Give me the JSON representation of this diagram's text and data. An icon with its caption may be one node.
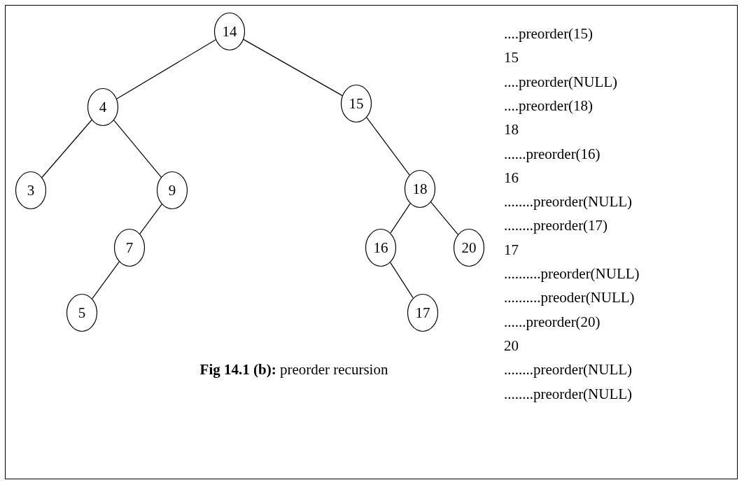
{
  "diagram": {
    "caption": "**Fig 14.1 (b):** preorder recursion",
    "nodes": [
      {
        "text": [
          "14"
        ]
      },
      {
        "text": [
          "4"
        ]
      },
      {
        "text": [
          "15"
        ]
      },
      {
        "text": [
          "3"
        ]
      },
      {
        "text": [
          "9"
        ]
      },
      {
        "text": [
          "18"
        ]
      },
      {
        "text": [
          "7"
        ]
      },
      {
        "text": [
          "16"
        ]
      },
      {
        "text": [
          "20"
        ]
      },
      {
        "text": [
          "5"
        ]
      },
      {
        "text": [
          "17"
        ]
      }
    ],
    "edges": [
      {
        "from": 0,
        "to": 1,
        "arrow": "none"
      },
      {
        "from": 0,
        "to": 2,
        "arrow": "none"
      },
      {
        "from": 1,
        "to": 3,
        "arrow": "none"
      },
      {
        "from": 1,
        "to": 4,
        "arrow": "none"
      },
      {
        "from": 4,
        "to": 6,
        "arrow": "none"
      },
      {
        "from": 6,
        "to": 9,
        "arrow": "none"
      },
      {
        "from": 2,
        "to": 5,
        "arrow": "none"
      },
      {
        "from": 5,
        "to": 7,
        "arrow": "none"
      },
      {
        "from": 5,
        "to": 8,
        "arrow": "none"
      },
      {
        "from": 7,
        "to": 10,
        "arrow": "none"
      }
    ],
    "labels": [
      "....preorder(15)",
      "15",
      "....preorder(NULL)",
      "....preorder(18)",
      "18",
      "......preorder(16)",
      "16",
      "........preorder(NULL)",
      "........preorder(17)",
      "17",
      "..........preorder(NULL)",
      "..........preoder(NULL)",
      "......preorder(20)",
      "20",
      "........preorder(NULL)",
      "........preorder(NULL)"
    ]
  }
}
